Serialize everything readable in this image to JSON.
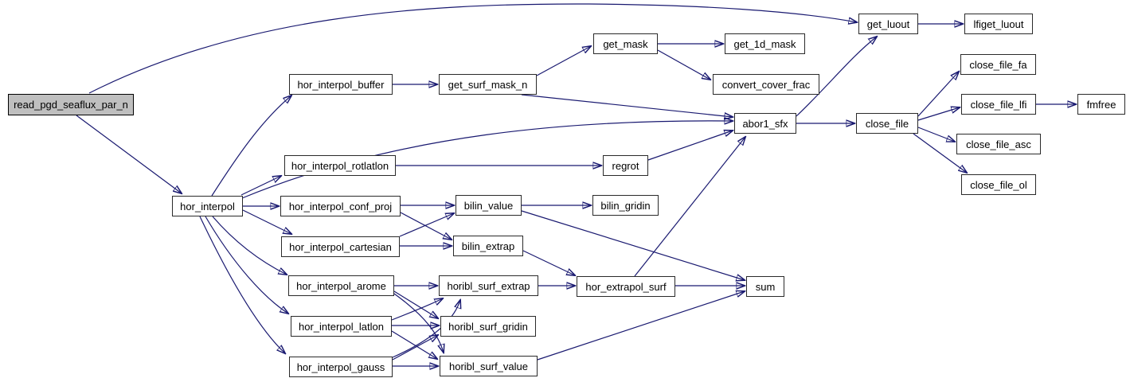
{
  "diagram_type": "call-graph",
  "root": "read_pgd_seaflux_par_n",
  "colors": {
    "edge": "#191970",
    "node_fill": "#ffffff",
    "node_border": "#2a2a2a",
    "root_fill": "#bfbfbf",
    "background": "#ffffff"
  },
  "nodes": {
    "read_pgd_seaflux_par_n": "read_pgd_seaflux_par_n",
    "hor_interpol": "hor_interpol",
    "hor_interpol_buffer": "hor_interpol_buffer",
    "get_surf_mask_n": "get_surf_mask_n",
    "get_mask": "get_mask",
    "get_1d_mask": "get_1d_mask",
    "convert_cover_frac": "convert_cover_frac",
    "get_luout": "get_luout",
    "lfiget_luout": "lfiget_luout",
    "abor1_sfx": "abor1_sfx",
    "close_file": "close_file",
    "close_file_fa": "close_file_fa",
    "close_file_lfi": "close_file_lfi",
    "fmfree": "fmfree",
    "close_file_asc": "close_file_asc",
    "close_file_ol": "close_file_ol",
    "hor_interpol_rotlatlon": "hor_interpol_rotlatlon",
    "regrot": "regrot",
    "hor_interpol_conf_proj": "hor_interpol_conf_proj",
    "bilin_value": "bilin_value",
    "bilin_gridin": "bilin_gridin",
    "hor_interpol_cartesian": "hor_interpol_cartesian",
    "bilin_extrap": "bilin_extrap",
    "hor_interpol_arome": "hor_interpol_arome",
    "horibl_surf_extrap": "horibl_surf_extrap",
    "hor_extrapol_surf": "hor_extrapol_surf",
    "sum": "sum",
    "hor_interpol_latlon": "hor_interpol_latlon",
    "horibl_surf_gridin": "horibl_surf_gridin",
    "hor_interpol_gauss": "hor_interpol_gauss",
    "horibl_surf_value": "horibl_surf_value"
  },
  "edges": [
    {
      "from": "read_pgd_seaflux_par_n",
      "to": "get_luout"
    },
    {
      "from": "read_pgd_seaflux_par_n",
      "to": "hor_interpol"
    },
    {
      "from": "hor_interpol",
      "to": "hor_interpol_buffer"
    },
    {
      "from": "hor_interpol",
      "to": "hor_interpol_rotlatlon"
    },
    {
      "from": "hor_interpol",
      "to": "abor1_sfx"
    },
    {
      "from": "hor_interpol",
      "to": "hor_interpol_conf_proj"
    },
    {
      "from": "hor_interpol",
      "to": "hor_interpol_cartesian"
    },
    {
      "from": "hor_interpol",
      "to": "hor_interpol_arome"
    },
    {
      "from": "hor_interpol",
      "to": "hor_interpol_latlon"
    },
    {
      "from": "hor_interpol",
      "to": "hor_interpol_gauss"
    },
    {
      "from": "hor_interpol_buffer",
      "to": "get_surf_mask_n"
    },
    {
      "from": "get_surf_mask_n",
      "to": "get_mask"
    },
    {
      "from": "get_surf_mask_n",
      "to": "abor1_sfx"
    },
    {
      "from": "get_mask",
      "to": "get_1d_mask"
    },
    {
      "from": "get_mask",
      "to": "convert_cover_frac"
    },
    {
      "from": "abor1_sfx",
      "to": "get_luout"
    },
    {
      "from": "abor1_sfx",
      "to": "close_file"
    },
    {
      "from": "get_luout",
      "to": "lfiget_luout"
    },
    {
      "from": "close_file",
      "to": "close_file_fa"
    },
    {
      "from": "close_file",
      "to": "close_file_lfi"
    },
    {
      "from": "close_file",
      "to": "close_file_asc"
    },
    {
      "from": "close_file",
      "to": "close_file_ol"
    },
    {
      "from": "close_file_lfi",
      "to": "fmfree"
    },
    {
      "from": "hor_interpol_rotlatlon",
      "to": "regrot"
    },
    {
      "from": "regrot",
      "to": "abor1_sfx"
    },
    {
      "from": "hor_interpol_conf_proj",
      "to": "bilin_value"
    },
    {
      "from": "hor_interpol_conf_proj",
      "to": "bilin_extrap"
    },
    {
      "from": "hor_interpol_cartesian",
      "to": "bilin_value"
    },
    {
      "from": "hor_interpol_cartesian",
      "to": "bilin_extrap"
    },
    {
      "from": "bilin_value",
      "to": "bilin_gridin"
    },
    {
      "from": "bilin_value",
      "to": "sum"
    },
    {
      "from": "bilin_extrap",
      "to": "hor_extrapol_surf"
    },
    {
      "from": "hor_interpol_arome",
      "to": "horibl_surf_extrap"
    },
    {
      "from": "hor_interpol_arome",
      "to": "horibl_surf_gridin"
    },
    {
      "from": "hor_interpol_arome",
      "to": "horibl_surf_value"
    },
    {
      "from": "hor_interpol_latlon",
      "to": "horibl_surf_extrap"
    },
    {
      "from": "hor_interpol_latlon",
      "to": "horibl_surf_gridin"
    },
    {
      "from": "hor_interpol_latlon",
      "to": "horibl_surf_value"
    },
    {
      "from": "hor_interpol_gauss",
      "to": "horibl_surf_extrap"
    },
    {
      "from": "hor_interpol_gauss",
      "to": "horibl_surf_gridin"
    },
    {
      "from": "hor_interpol_gauss",
      "to": "horibl_surf_value"
    },
    {
      "from": "horibl_surf_extrap",
      "to": "hor_extrapol_surf"
    },
    {
      "from": "hor_extrapol_surf",
      "to": "abor1_sfx"
    },
    {
      "from": "hor_extrapol_surf",
      "to": "sum"
    },
    {
      "from": "horibl_surf_value",
      "to": "sum"
    }
  ]
}
